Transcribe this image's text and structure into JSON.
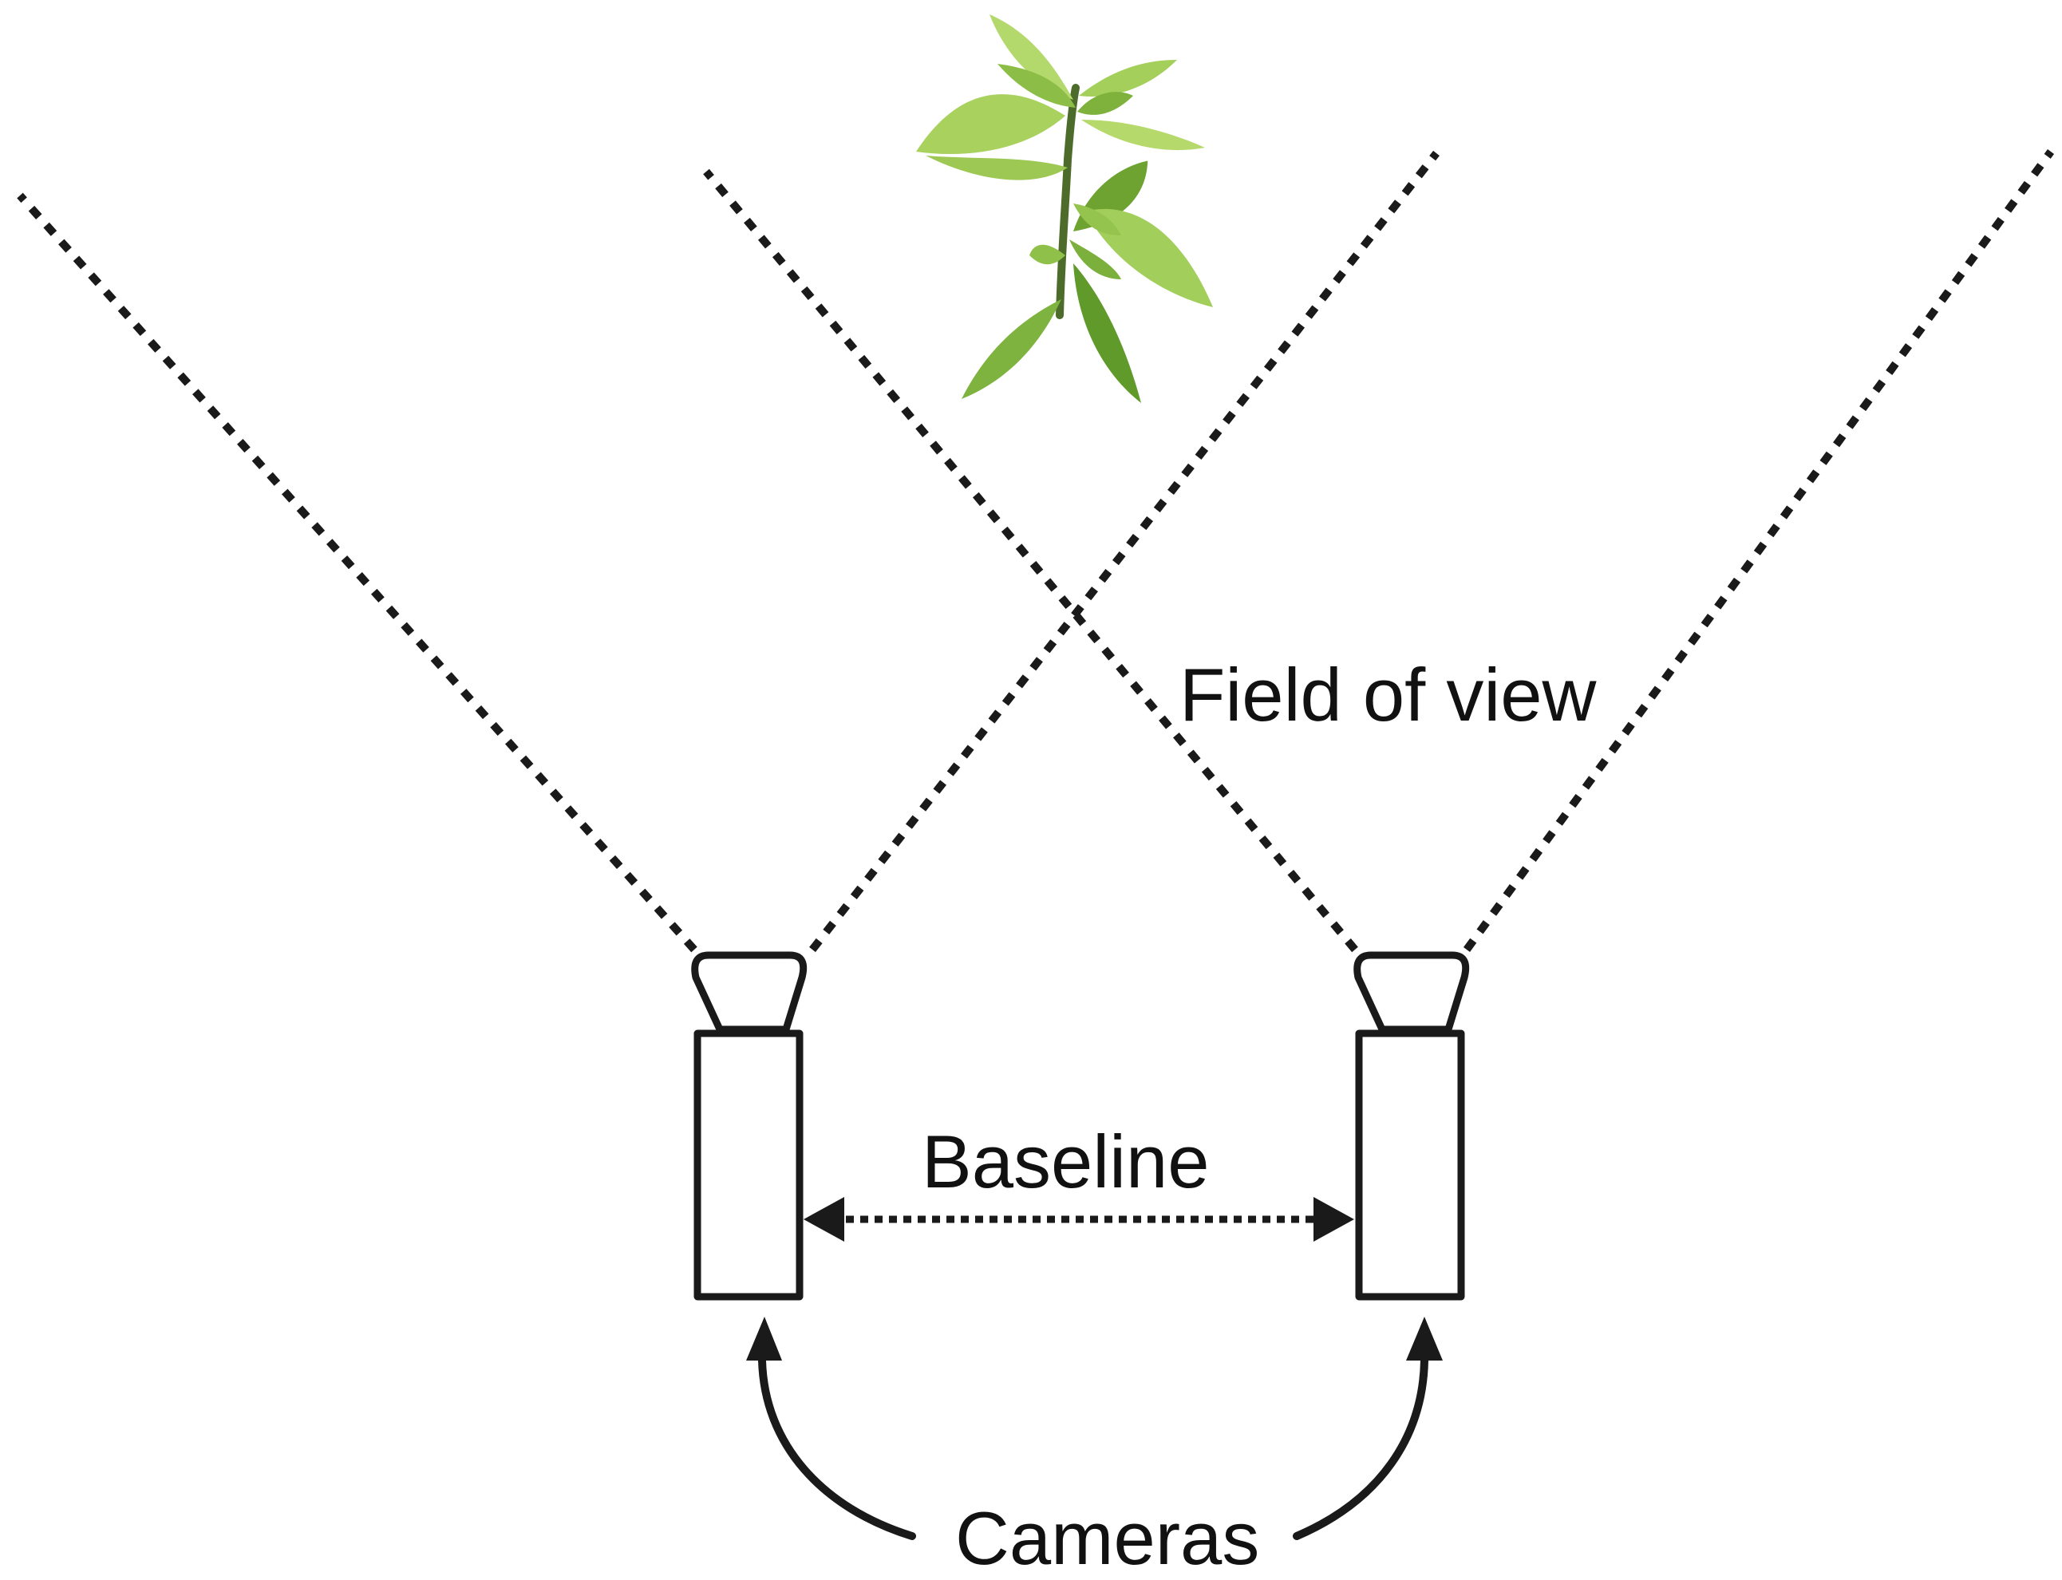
{
  "labels": {
    "field_of_view": "Field of view",
    "baseline": "Baseline",
    "cameras": "Cameras"
  },
  "colors": {
    "ink": "#1a1a1a",
    "leaf_light": "#b5d96a",
    "leaf_dark": "#5f9a2a",
    "stem": "#4d6b2a"
  },
  "icons": {
    "plant": "plant-icon",
    "camera": "camera-icon"
  }
}
